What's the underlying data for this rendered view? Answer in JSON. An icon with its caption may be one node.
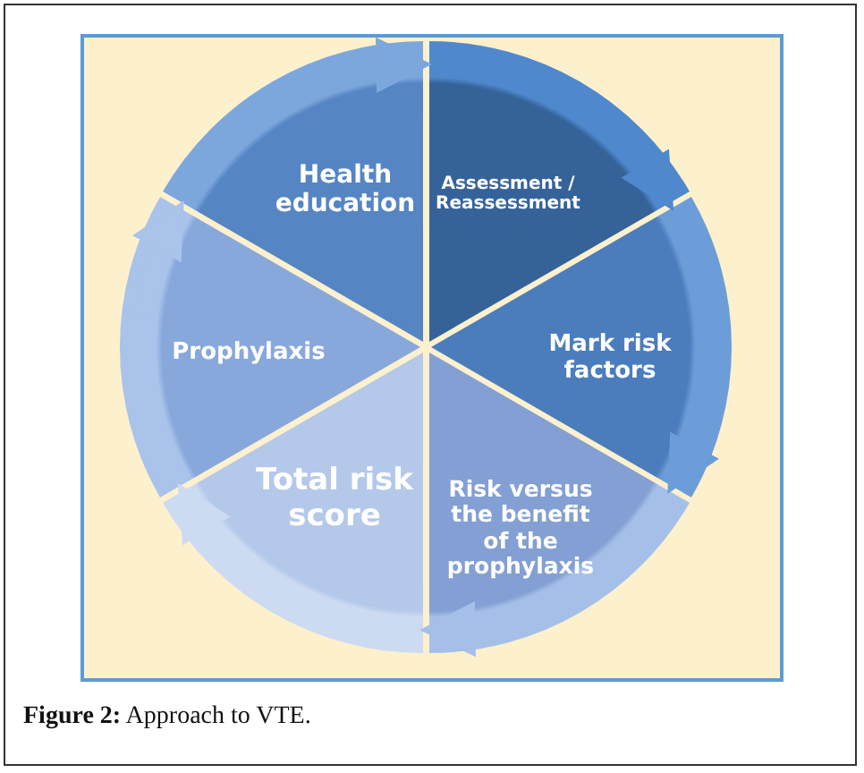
{
  "diagram": {
    "caption": "**Figure 2:** Approach to VTE.",
    "nodes": [
      {
        "text": [
          "Health education"
        ]
      },
      {
        "text": [
          "Assessment / Reassessment"
        ]
      },
      {
        "text": [
          "Mark risk factors"
        ]
      },
      {
        "text": [
          "Risk versus the benefit of the prophylaxis"
        ]
      },
      {
        "text": [
          "Total risk score"
        ]
      },
      {
        "text": [
          "Prophylaxis"
        ]
      }
    ],
    "edges": [
      {
        "from": 0,
        "to": 1,
        "arrow": "to"
      },
      {
        "from": 1,
        "to": 2,
        "arrow": "to"
      },
      {
        "from": 2,
        "to": 3,
        "arrow": "to"
      },
      {
        "from": 3,
        "to": 4,
        "arrow": "to"
      },
      {
        "from": 4,
        "to": 5,
        "arrow": "to"
      },
      {
        "from": 5,
        "to": 0,
        "arrow": "to"
      }
    ]
  }
}
